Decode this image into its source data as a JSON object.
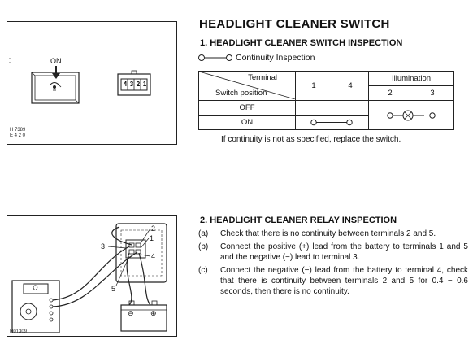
{
  "page_title": "HEADLIGHT CLEANER SWITCH",
  "section1": {
    "heading": "1.  HEADLIGHT CLEANER SWITCH INSPECTION",
    "legend_text": "Continuity Inspection",
    "table": {
      "terminal_header": "Terminal",
      "switch_position_header": "Switch position",
      "col_1": "1",
      "col_4": "4",
      "illumination_header": "Illumination",
      "col_2": "2",
      "col_3": "3",
      "row_off": "OFF",
      "row_on": "ON"
    },
    "note": "If continuity is not as specified, replace the switch."
  },
  "figure1": {
    "on_label": "ON",
    "connector_pins": [
      "4",
      "3",
      "2",
      "1"
    ],
    "code_line1": "H 7389",
    "code_line2": "E 4 2 0"
  },
  "section2": {
    "heading": "2.  HEADLIGHT CLEANER RELAY INSPECTION",
    "steps": [
      {
        "label": "(a)",
        "text": "Check that there is no continuity between terminals 2 and 5."
      },
      {
        "label": "(b)",
        "text": "Connect the positive (+) lead from the battery to terminals 1 and 5 and the negative (−) lead to terminal 3."
      },
      {
        "label": "(c)",
        "text": "Connect the negative (−) lead from the battery to terminal 4, check that there is continuity between terminals 2 and 5 for 0.4 − 0.6 seconds, then there is no continuity."
      }
    ]
  },
  "figure2": {
    "meter_symbol": "Ω",
    "terminal_labels": [
      "2",
      "1",
      "3",
      "4",
      "5"
    ],
    "battery_minus": "⊖",
    "battery_plus": "⊕",
    "code": "N01309"
  }
}
